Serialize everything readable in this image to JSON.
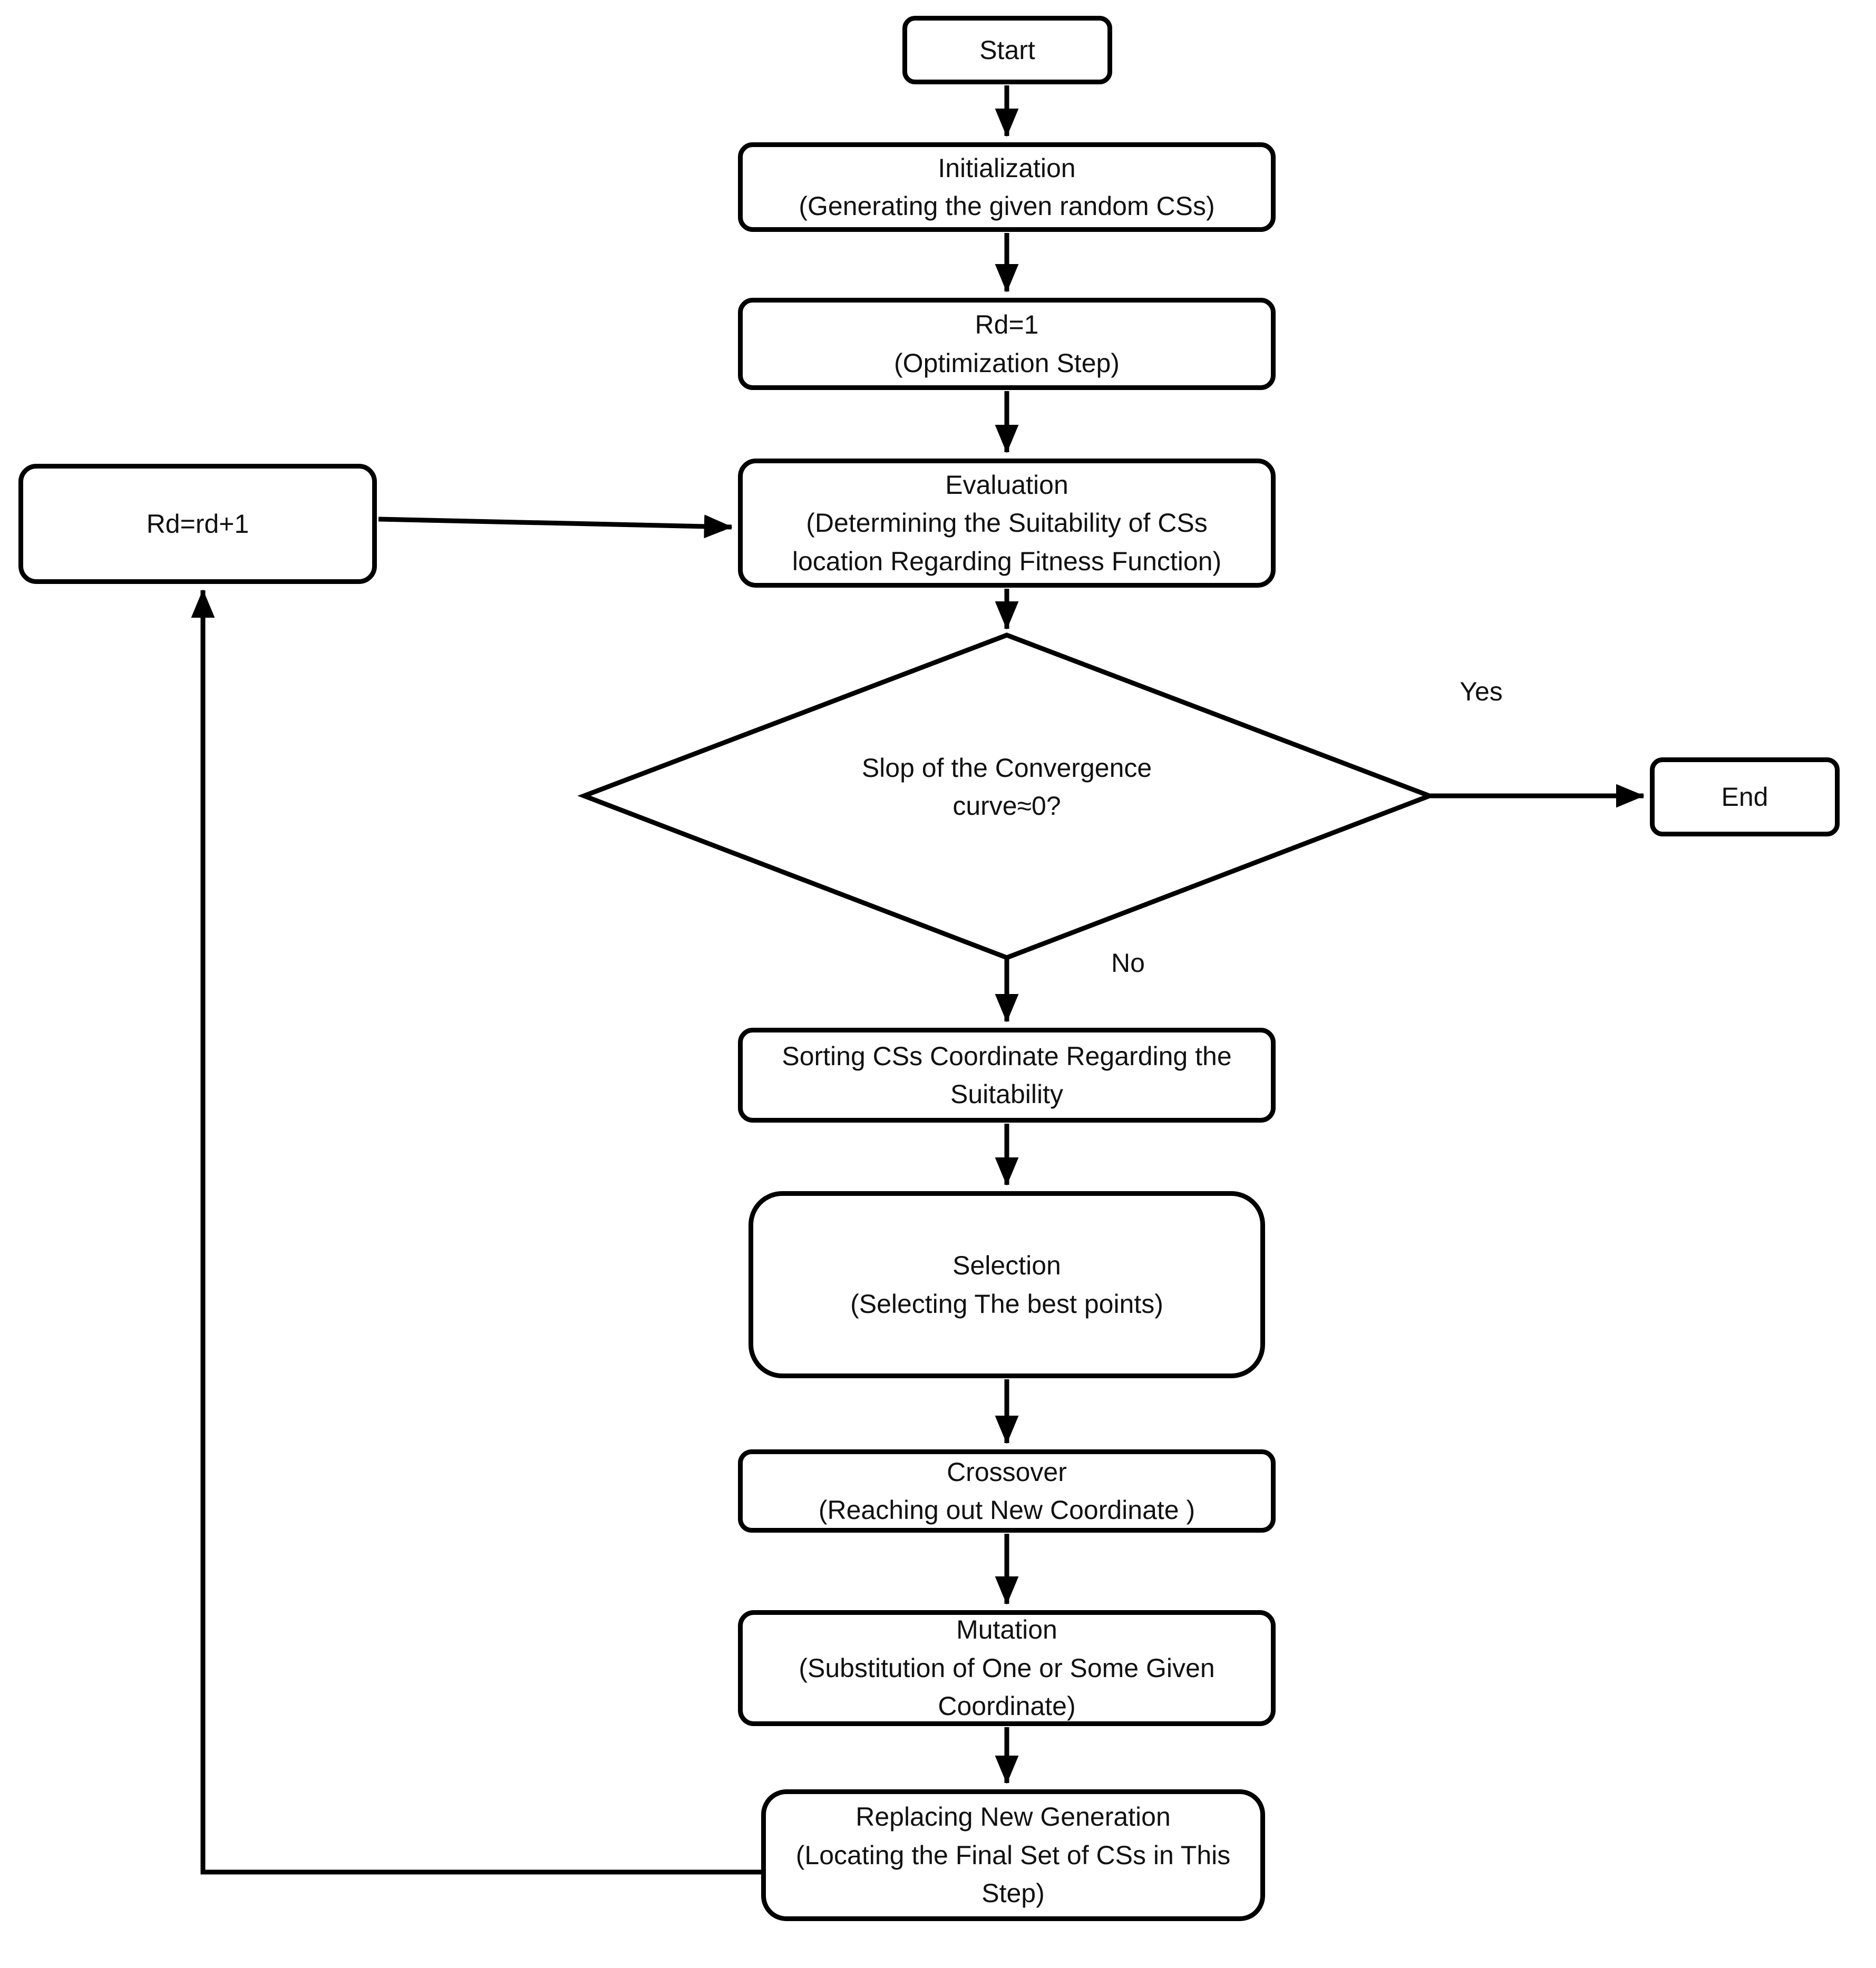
{
  "diagram": {
    "type": "flowchart",
    "background": "#ffffff",
    "stroke_color": "#000000",
    "node_fill": "#ffffff",
    "text_color": "#111111",
    "nodes": {
      "start": {
        "label": "Start",
        "shape": "rounded-rectangle"
      },
      "initialization": {
        "label": "Initialization\n(Generating the given random CSs)",
        "shape": "rounded-rectangle"
      },
      "rd1": {
        "label": "Rd=1\n(Optimization Step)",
        "shape": "rounded-rectangle"
      },
      "evaluation": {
        "label": "Evaluation\n(Determining the Suitability of CSs\nlocation Regarding Fitness Function)",
        "shape": "rounded-rectangle"
      },
      "decision": {
        "label": "Slop of the Convergence\ncurve≈0?",
        "shape": "diamond"
      },
      "end": {
        "label": "End",
        "shape": "rounded-rectangle"
      },
      "sorting": {
        "label": "Sorting CSs Coordinate Regarding the\nSuitability",
        "shape": "rounded-rectangle"
      },
      "selection": {
        "label": "Selection\n(Selecting The best points)",
        "shape": "rounded-rectangle"
      },
      "crossover": {
        "label": "Crossover\n(Reaching out New Coordinate )",
        "shape": "rounded-rectangle"
      },
      "mutation": {
        "label": "Mutation\n(Substitution of One or Some Given\nCoordinate)",
        "shape": "rounded-rectangle"
      },
      "replacing": {
        "label": "Replacing New Generation\n(Locating the Final Set of CSs in This\nStep)",
        "shape": "rounded-rectangle"
      },
      "rd_increment": {
        "label": "Rd=rd+1",
        "shape": "rounded-rectangle"
      }
    },
    "edges": [
      {
        "from": "start",
        "to": "initialization",
        "label": ""
      },
      {
        "from": "initialization",
        "to": "rd1",
        "label": ""
      },
      {
        "from": "rd1",
        "to": "evaluation",
        "label": ""
      },
      {
        "from": "evaluation",
        "to": "decision",
        "label": ""
      },
      {
        "from": "decision",
        "to": "end",
        "label": "Yes"
      },
      {
        "from": "decision",
        "to": "sorting",
        "label": "No"
      },
      {
        "from": "sorting",
        "to": "selection",
        "label": ""
      },
      {
        "from": "selection",
        "to": "crossover",
        "label": ""
      },
      {
        "from": "crossover",
        "to": "mutation",
        "label": ""
      },
      {
        "from": "mutation",
        "to": "replacing",
        "label": ""
      },
      {
        "from": "replacing",
        "to": "rd_increment",
        "label": ""
      },
      {
        "from": "rd_increment",
        "to": "evaluation",
        "label": ""
      }
    ]
  }
}
